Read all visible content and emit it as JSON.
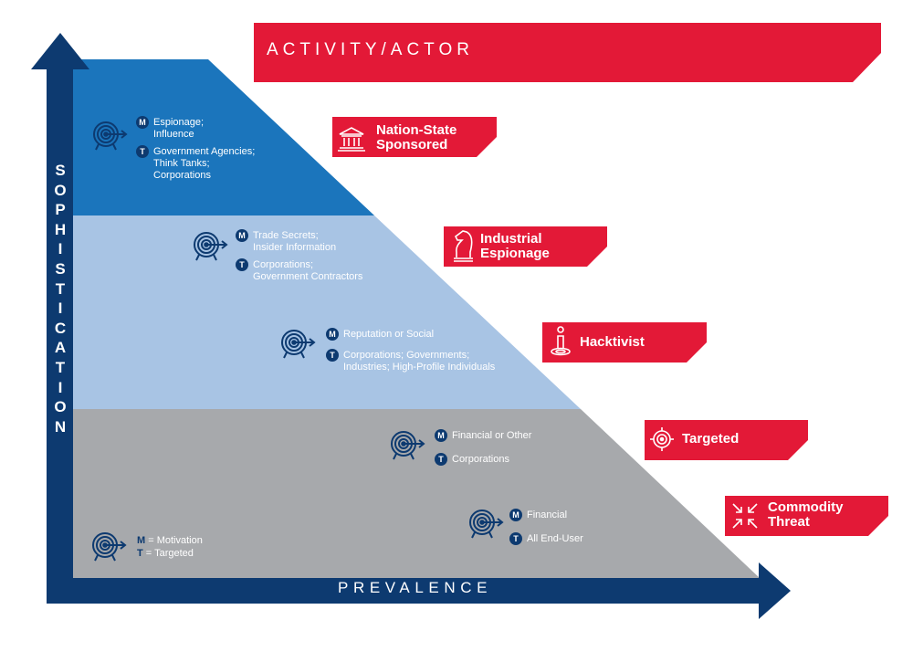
{
  "header": {
    "title": "ACTIVITY/ACTOR"
  },
  "axes": {
    "x_label": "PREVALENCE",
    "y_label_letters": [
      "S",
      "O",
      "P",
      "H",
      "I",
      "S",
      "T",
      "I",
      "C",
      "A",
      "T",
      "I",
      "O",
      "N"
    ]
  },
  "actors": [
    {
      "name_line1": "Nation-State",
      "name_line2": "Sponsored",
      "icon": "government-building-icon"
    },
    {
      "name_line1": "Industrial",
      "name_line2": "Espionage",
      "icon": "chess-knight-icon"
    },
    {
      "name_line1": "Hacktivist",
      "name_line2": "",
      "icon": "person-on-target-icon"
    },
    {
      "name_line1": "Targeted",
      "name_line2": "",
      "icon": "crosshair-icon"
    },
    {
      "name_line1": "Commodity",
      "name_line2": "Threat",
      "icon": "arrows-converge-icon"
    }
  ],
  "entries": [
    {
      "motivation": "Espionage;\nInfluence",
      "targeted": "Government Agencies;\nThink Tanks;\nCorporations"
    },
    {
      "motivation": "Trade Secrets;\nInsider Information",
      "targeted": "Corporations;\nGovernment Contractors"
    },
    {
      "motivation": "Reputation or Social",
      "targeted": "Corporations; Governments;\nIndustries; High-Profile Individuals"
    },
    {
      "motivation": "Financial or Other",
      "targeted": "Corporations"
    },
    {
      "motivation": "Financial",
      "targeted": "All End-User"
    }
  ],
  "legend": {
    "m_key": "M",
    "m_value": "= Motivation",
    "t_key": "T",
    "t_value": "= Targeted"
  },
  "badges": {
    "m": "M",
    "t": "T"
  },
  "colors": {
    "red": "#e31937",
    "navy": "#0d3a70",
    "blue": "#1b75bc",
    "light_blue": "#a8c4e4",
    "grey": "#a7a9ac"
  }
}
